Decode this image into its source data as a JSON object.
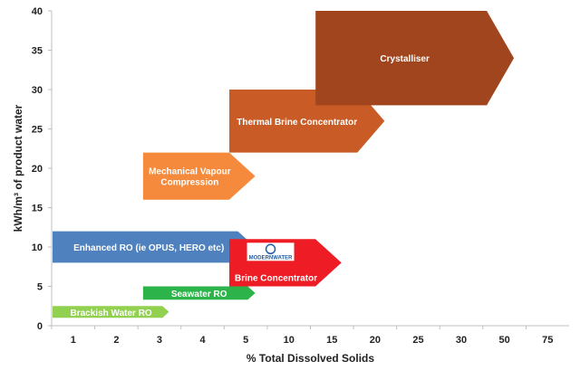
{
  "chart_data": {
    "type": "bar",
    "title": "",
    "xlabel": "% Total Dissolved Solids",
    "ylabel": "kWh/m³ of product water",
    "x_tick_labels": [
      "1",
      "2",
      "3",
      "4",
      "5",
      "10",
      "15",
      "20",
      "25",
      "30",
      "50",
      "75"
    ],
    "y_ticks": [
      0,
      5,
      10,
      15,
      20,
      25,
      30,
      35,
      40
    ],
    "ylim": [
      0,
      40
    ],
    "grid": false,
    "logo": "MODERNWATER",
    "series": [
      {
        "label_lines": [
          "Brackish Water RO"
        ],
        "x_start": 1,
        "x_end": 3,
        "y_low": 1,
        "y_high": 2.5,
        "color": "#92D050"
      },
      {
        "label_lines": [
          "Seawater RO"
        ],
        "x_start": 3,
        "x_end": 5,
        "y_low": 3.3,
        "y_high": 5,
        "color": "#2CB34A"
      },
      {
        "label_lines": [
          "Enhanced RO (ie OPUS, HERO etc)"
        ],
        "x_start": 1,
        "x_end": 5,
        "y_low": 8,
        "y_high": 12,
        "color": "#4E81BD"
      },
      {
        "label_lines": [
          "Brine Concentrator"
        ],
        "x_start": 5,
        "x_end": 15,
        "y_low": 5,
        "y_high": 11,
        "color": "#EE1C24",
        "has_logo": true
      },
      {
        "label_lines": [
          "Mechanical Vapour",
          "Compression"
        ],
        "x_start": 3,
        "x_end": 5,
        "y_low": 16,
        "y_high": 22,
        "color": "#F58A3C"
      },
      {
        "label_lines": [
          "Thermal Brine Concentrator"
        ],
        "x_start": 5,
        "x_end": 20,
        "y_low": 22,
        "y_high": 30,
        "color": "#C95C26"
      },
      {
        "label_lines": [
          "Crystalliser"
        ],
        "x_start": 15,
        "x_end": 50,
        "y_low": 28,
        "y_high": 40,
        "color": "#A0451E"
      }
    ]
  }
}
